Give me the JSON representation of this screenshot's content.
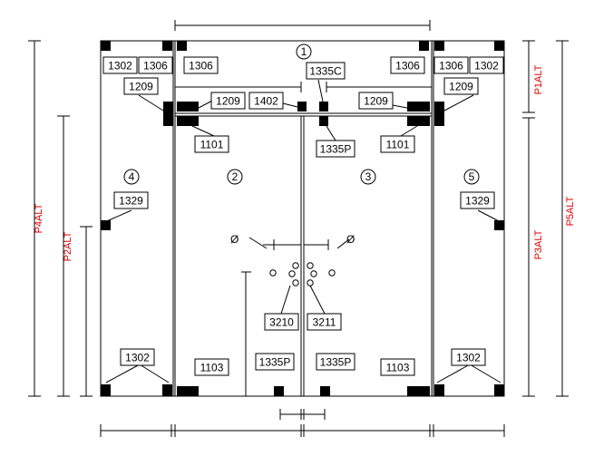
{
  "colors": {
    "line": "#000000",
    "dimension_text": "#e00000",
    "label_fill": "#ffffff"
  },
  "panel_numbers": [
    "1",
    "2",
    "3",
    "4",
    "5"
  ],
  "part_labels": {
    "top_left_1302": "1302",
    "top_left_1306a": "1306",
    "top_left_1306b": "1306",
    "top_right_1306a": "1306",
    "top_right_1306b": "1306",
    "top_right_1302": "1302",
    "center_1335c": "1335C",
    "left_1209": "1209",
    "transom_left_1209": "1209",
    "transom_1402": "1402",
    "transom_right_1209": "1209",
    "right_1209": "1209",
    "left_1101": "1101",
    "center_1335p": "1335P",
    "right_1101": "1101",
    "left_1329": "1329",
    "right_1329": "1329",
    "lock_3210": "3210",
    "lock_3211": "3211",
    "bottom_left_1302": "1302",
    "bottom_left_1103": "1103",
    "bottom_left_1335p": "1335P",
    "bottom_right_1335p": "1335P",
    "bottom_right_1103": "1103",
    "bottom_right_1302": "1302"
  },
  "diameter_symbol": "Ø",
  "dimensions": {
    "p1alt": "P1ALT",
    "p2alt": "P2ALT",
    "p3alt": "P3ALT",
    "p4alt": "P4ALT",
    "p5alt": "P5ALT"
  }
}
